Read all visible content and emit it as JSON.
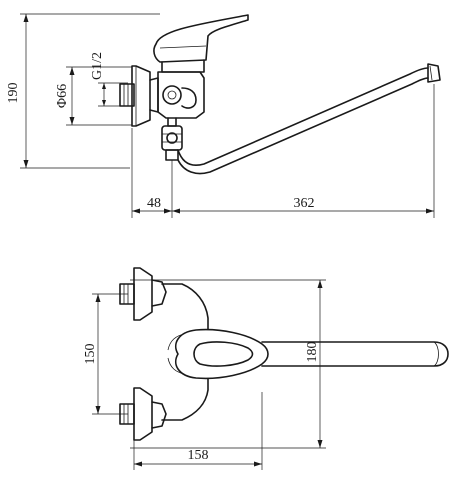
{
  "drawing": {
    "side_view": {
      "dim_height": "190",
      "dim_diameter": "Φ66",
      "dim_thread": "G1/2",
      "dim_offset": "48",
      "dim_spout_length": "362"
    },
    "top_view": {
      "dim_inlet_spacing": "150",
      "dim_outer_spacing": "180",
      "dim_depth": "158"
    }
  }
}
